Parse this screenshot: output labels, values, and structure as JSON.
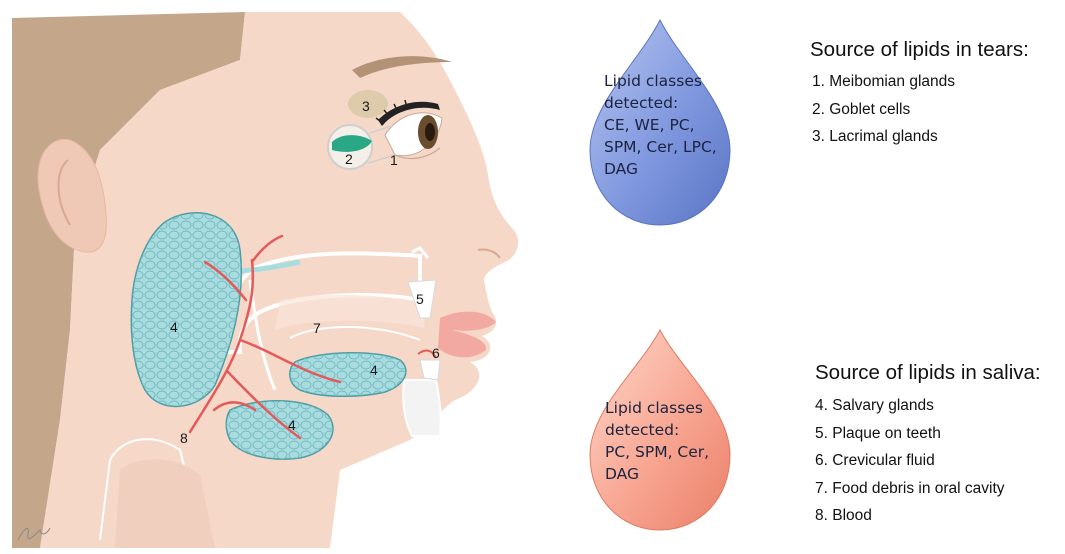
{
  "illustration": {
    "labels": {
      "meibomian": "1",
      "goblet": "2",
      "lacrimal": "3",
      "parotid": "4",
      "submandibular": "4",
      "sublingual": "4",
      "plaque": "5",
      "crevicular": "6",
      "oral_cavity": "7",
      "blood": "8"
    },
    "colors": {
      "skin": "#f6d8c8",
      "hair": "#c4a68a",
      "gland": "#a9dcdf",
      "gland_outline": "#4a9da5",
      "vessel": "#e35a5a",
      "goblet": "#2aa885",
      "lip": "#f2a9a2",
      "lacrimal": "#d9c9a6"
    }
  },
  "tears_drop": {
    "color": "#7f97de",
    "lines": [
      "Lipid classes",
      "detected:",
      "CE, WE, PC,",
      "SPM, Cer, LPC,",
      "DAG"
    ]
  },
  "saliva_drop": {
    "color": "#f59b86",
    "lines": [
      "Lipid classes",
      "detected:",
      "PC, SPM, Cer,",
      "DAG"
    ]
  },
  "tears_panel": {
    "title": "Source of lipids in tears:",
    "items": [
      "1. Meibomian glands",
      "2. Goblet cells",
      "3. Lacrimal glands"
    ]
  },
  "saliva_panel": {
    "title": "Source of lipids in saliva:",
    "items": [
      "4. Salvary glands",
      "5. Plaque on teeth",
      "6. Crevicular fluid",
      "7. Food debris in oral cavity",
      "8. Blood"
    ]
  }
}
